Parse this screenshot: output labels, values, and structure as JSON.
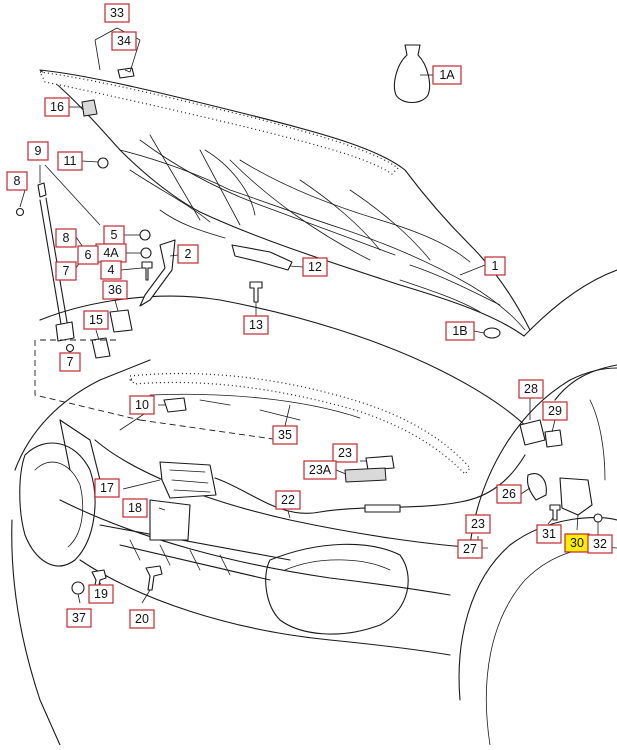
{
  "diagram": {
    "accent_color": "#c0282d",
    "highlight_color": "#ffee00",
    "highlighted_callout": "30"
  },
  "callouts": [
    {
      "id": "c33",
      "label": "33"
    },
    {
      "id": "c34",
      "label": "34"
    },
    {
      "id": "c1A",
      "label": "1A"
    },
    {
      "id": "c16",
      "label": "16"
    },
    {
      "id": "c9",
      "label": "9"
    },
    {
      "id": "c11",
      "label": "11"
    },
    {
      "id": "c8",
      "label": "8"
    },
    {
      "id": "c5",
      "label": "5"
    },
    {
      "id": "c4A",
      "label": "4A"
    },
    {
      "id": "c4",
      "label": "4"
    },
    {
      "id": "c2",
      "label": "2"
    },
    {
      "id": "c8b",
      "label": "8"
    },
    {
      "id": "c6",
      "label": "6"
    },
    {
      "id": "c7a",
      "label": "7"
    },
    {
      "id": "c36",
      "label": "36"
    },
    {
      "id": "c12",
      "label": "12"
    },
    {
      "id": "c1",
      "label": "1"
    },
    {
      "id": "c13",
      "label": "13"
    },
    {
      "id": "c15",
      "label": "15"
    },
    {
      "id": "c7b",
      "label": "7"
    },
    {
      "id": "c1B",
      "label": "1B"
    },
    {
      "id": "c28",
      "label": "28"
    },
    {
      "id": "c10",
      "label": "10"
    },
    {
      "id": "c29",
      "label": "29"
    },
    {
      "id": "c35",
      "label": "35"
    },
    {
      "id": "c23",
      "label": "23"
    },
    {
      "id": "c23A",
      "label": "23A"
    },
    {
      "id": "c17",
      "label": "17"
    },
    {
      "id": "c26",
      "label": "26"
    },
    {
      "id": "c22",
      "label": "22"
    },
    {
      "id": "c18",
      "label": "18"
    },
    {
      "id": "c23b",
      "label": "23"
    },
    {
      "id": "c31",
      "label": "31"
    },
    {
      "id": "c27",
      "label": "27"
    },
    {
      "id": "c30",
      "label": "30"
    },
    {
      "id": "c32",
      "label": "32"
    },
    {
      "id": "c19",
      "label": "19"
    },
    {
      "id": "c37",
      "label": "37"
    },
    {
      "id": "c20",
      "label": "20"
    }
  ]
}
